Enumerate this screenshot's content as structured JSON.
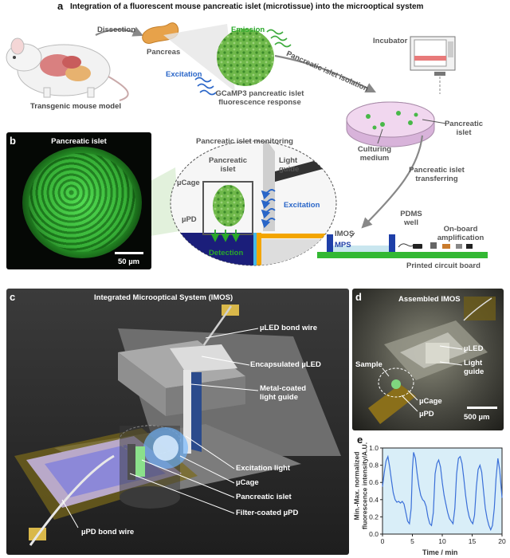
{
  "panel_a": {
    "letter": "a",
    "title": "Integration of a fluorescent mouse pancreatic islet (microtissue) into the microoptical system",
    "transgenic": "Transgenic mouse model",
    "dissection": "Dissection",
    "pancreas": "Pancreas",
    "emission": "Emission",
    "excitation": "Excitation",
    "gcamp_line1": "GCaMP3 pancreatic islet",
    "gcamp_line2": "fluorescence response",
    "isolation": "Pancreatic islet isolation",
    "incubator": "Incubator",
    "islet_line1": "Pancreatic",
    "islet_line2": "islet",
    "medium_line1": "Culturing",
    "medium_line2": "medium",
    "transfer_line1": "Pancreatic islet",
    "transfer_line2": "transferring",
    "monitoring": "Pancreatic islet monitoring",
    "zoom_islet_line1": "Pancreatic",
    "zoom_islet_line2": "islet",
    "light_guide_line1": "Light",
    "light_guide_line2": "guide",
    "ucage": "µCage",
    "zoom_excitation": "Excitation",
    "upd": "µPD",
    "detection": "Detection",
    "imos": "IMOS",
    "pdms_line1": "PDMS",
    "pdms_line2": "well",
    "mps": "MPS",
    "onboard_line1": "On-board",
    "onboard_line2": "amplification",
    "pcb": "Printed circuit board"
  },
  "panel_b": {
    "letter": "b",
    "title": "Pancreatic islet",
    "scale": "50 µm"
  },
  "panel_c": {
    "letter": "c",
    "title": "Integrated Microoptical System (IMOS)",
    "labels": [
      "µLED bond wire",
      "Encapsulated µLED",
      "Metal-coated",
      "light guide",
      "Excitation light",
      "µCage",
      "Pancreatic islet",
      "Filter-coated µPD",
      "µPD bond wire"
    ]
  },
  "panel_d": {
    "letter": "d",
    "title": "Assembled IMOS",
    "uled": "µLED",
    "light_line1": "Light",
    "light_line2": "guide",
    "sample": "Sample",
    "ucage": "µCage",
    "upd": "µPD",
    "scale": "500 µm"
  },
  "panel_e": {
    "letter": "e"
  },
  "chart_data": {
    "type": "line",
    "xlabel": "Time / min",
    "ylabel_line1": "Min.-Max. normalized",
    "ylabel_line2": "fluorescence intensity/A.U.",
    "xlim": [
      0,
      20
    ],
    "ylim": [
      0,
      1.0
    ],
    "xticks": [
      0,
      5,
      10,
      15,
      20
    ],
    "yticks": [
      0.0,
      0.2,
      0.4,
      0.6,
      0.8,
      1.0
    ],
    "background": "#d9eef8",
    "line_color": "#3a6fd8",
    "x": [
      0.0,
      0.3,
      0.6,
      0.9,
      1.2,
      1.5,
      1.8,
      2.1,
      2.4,
      2.7,
      3.0,
      3.3,
      3.6,
      3.9,
      4.2,
      4.5,
      4.8,
      5.0,
      5.2,
      5.5,
      5.8,
      6.1,
      6.4,
      6.7,
      7.0,
      7.3,
      7.6,
      7.9,
      8.2,
      8.5,
      8.8,
      9.1,
      9.4,
      9.7,
      10.0,
      10.3,
      10.6,
      10.9,
      11.2,
      11.5,
      11.8,
      12.1,
      12.4,
      12.7,
      13.0,
      13.3,
      13.6,
      13.9,
      14.2,
      14.5,
      14.8,
      15.1,
      15.4,
      15.7,
      16.0,
      16.3,
      16.6,
      16.9,
      17.2,
      17.5,
      17.8,
      18.1,
      18.4,
      18.7,
      19.0,
      19.3,
      19.6,
      20.0
    ],
    "y": [
      0.55,
      0.72,
      0.85,
      0.9,
      0.78,
      0.62,
      0.48,
      0.4,
      0.37,
      0.38,
      0.36,
      0.38,
      0.35,
      0.25,
      0.15,
      0.12,
      0.3,
      0.75,
      0.95,
      0.88,
      0.7,
      0.55,
      0.45,
      0.4,
      0.38,
      0.32,
      0.2,
      0.12,
      0.1,
      0.25,
      0.7,
      0.82,
      0.86,
      0.78,
      0.6,
      0.45,
      0.35,
      0.25,
      0.18,
      0.15,
      0.12,
      0.3,
      0.7,
      0.88,
      0.9,
      0.82,
      0.65,
      0.45,
      0.3,
      0.2,
      0.15,
      0.12,
      0.22,
      0.55,
      0.75,
      0.8,
      0.72,
      0.5,
      0.3,
      0.18,
      0.1,
      0.05,
      0.1,
      0.3,
      0.65,
      0.88,
      0.75,
      0.42
    ]
  }
}
